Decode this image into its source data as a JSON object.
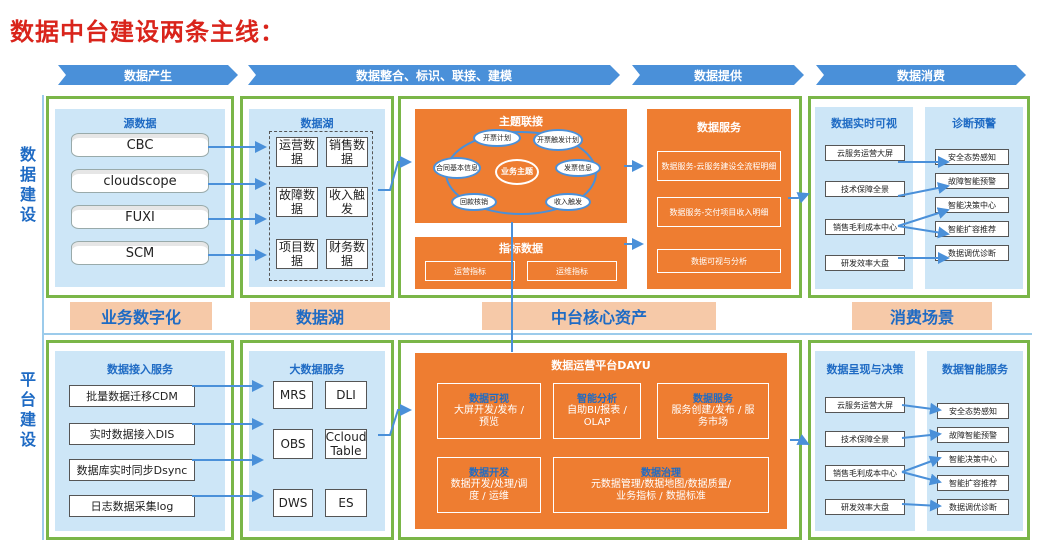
{
  "title": "数据中台建设两条主线：",
  "stages": [
    "数据产生",
    "数据整合、标识、联接、建模",
    "数据提供",
    "数据消费"
  ],
  "rows": {
    "top": "数据建设",
    "bottom": "平台建设"
  },
  "band_labels": [
    "业务数字化",
    "数据湖",
    "中台核心资产",
    "消费场景"
  ],
  "source": {
    "title": "源数据",
    "items": [
      "CBC",
      "cloudscope",
      "FUXI",
      "SCM"
    ]
  },
  "lake": {
    "title": "数据湖",
    "items": [
      "运营数据",
      "销售数据",
      "故障数据",
      "收入触发",
      "项目数据",
      "财务数据"
    ]
  },
  "topic": {
    "title": "主题联接",
    "center": "业务主题",
    "nodes": [
      "开票计划",
      "开票触发计划",
      "合同基本信息",
      "发票信息",
      "回款核销",
      "收入触发"
    ]
  },
  "indicator": {
    "title": "指标数据",
    "items": [
      "运营指标",
      "运维指标"
    ]
  },
  "data_service": {
    "title": "数据服务",
    "items": [
      "数据服务-云服务建设全流程明细",
      "数据服务-交付项目收入明细",
      "数据可视与分析"
    ]
  },
  "realtime": {
    "title": "数据实时可视",
    "items": [
      "云服务运营大屏",
      "技术保障全景",
      "销售毛利成本中心",
      "研发效率大盘"
    ]
  },
  "diagnosis": {
    "title": "诊断预警",
    "items": [
      "安全态势感知",
      "故障智能预警",
      "智能决策中心",
      "智能扩容推荐",
      "数据调优诊断"
    ]
  },
  "access": {
    "title": "数据接入服务",
    "items": [
      "批量数据迁移CDM",
      "实时数据接入DIS",
      "数据库实时同步Dsync",
      "日志数据采集log"
    ]
  },
  "bigdata": {
    "title": "大数据服务",
    "items": [
      "MRS",
      "DLI",
      "OBS",
      "Ccloud Table",
      "DWS",
      "ES"
    ]
  },
  "dayu": {
    "title": "数据运营平台DAYU",
    "blocks": [
      {
        "title": "数据可视",
        "body": "大屏开发/发布 / 预览"
      },
      {
        "title": "智能分析",
        "body": "自助BI/报表 / OLAP"
      },
      {
        "title": "数据服务",
        "body": "服务创建/发布 / 服务市场"
      },
      {
        "title": "数据开发",
        "body": "数据开发/处理/调度 / 运维"
      },
      {
        "title": "数据治理",
        "body": "元数据管理/数据地图/数据质量/业务指标 / 数据标准"
      }
    ]
  },
  "presentation": {
    "title": "数据呈现与决策",
    "items": [
      "云服务运营大屏",
      "技术保障全景",
      "销售毛利成本中心",
      "研发效率大盘"
    ]
  },
  "intelligent": {
    "title": "数据智能服务",
    "items": [
      "安全态势感知",
      "故障智能预警",
      "智能决策中心",
      "智能扩容推荐",
      "数据调优诊断"
    ]
  },
  "colors": {
    "title": "#d9241b",
    "header": "#4a90d9",
    "green": "#7ab648",
    "orange": "#ee7d31",
    "label_bg": "#f6c9a8"
  }
}
